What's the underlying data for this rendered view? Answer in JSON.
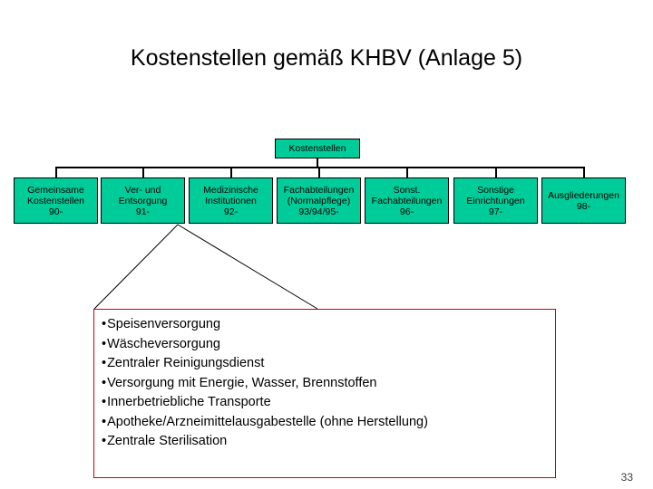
{
  "slide": {
    "title": "Kostenstellen gemäß KHBV (Anlage 5)",
    "page_number": "33",
    "colors": {
      "node_fill": "#00cc99",
      "node_border": "#000000",
      "callout_border": "#cc0000",
      "text": "#000000"
    }
  },
  "diagram": {
    "type": "tree",
    "root": {
      "label": "Kostenstellen"
    },
    "nodes": [
      {
        "line1": "Gemeinsame",
        "line2": "Kostenstellen",
        "line3": "90-"
      },
      {
        "line1": "Ver- und",
        "line2": "Entsorgung",
        "line3": "91-"
      },
      {
        "line1": "Medizinische",
        "line2": "Institutionen",
        "line3": "92-"
      },
      {
        "line1": "Fachabteilungen",
        "line2": "(Normalpflege)",
        "line3": "93/94/95-"
      },
      {
        "line1": "Sonst.",
        "line2": "Fachabteilungen",
        "line3": "96-"
      },
      {
        "line1": "Sonstige",
        "line2": "Einrichtungen",
        "line3": "97-"
      },
      {
        "line1": "Ausgliederungen",
        "line2": "98-",
        "line3": ""
      }
    ]
  },
  "callout": {
    "items": [
      "Speisenversorgung",
      "Wäscheversorgung",
      "Zentraler Reinigungsdienst",
      "Versorgung mit Energie, Wasser, Brennstoffen",
      "Innerbetriebliche Transporte",
      "Apotheke/Arzneimittelausgabestelle (ohne Herstellung)",
      "Zentrale Sterilisation"
    ],
    "bullet_glyph": "•"
  }
}
